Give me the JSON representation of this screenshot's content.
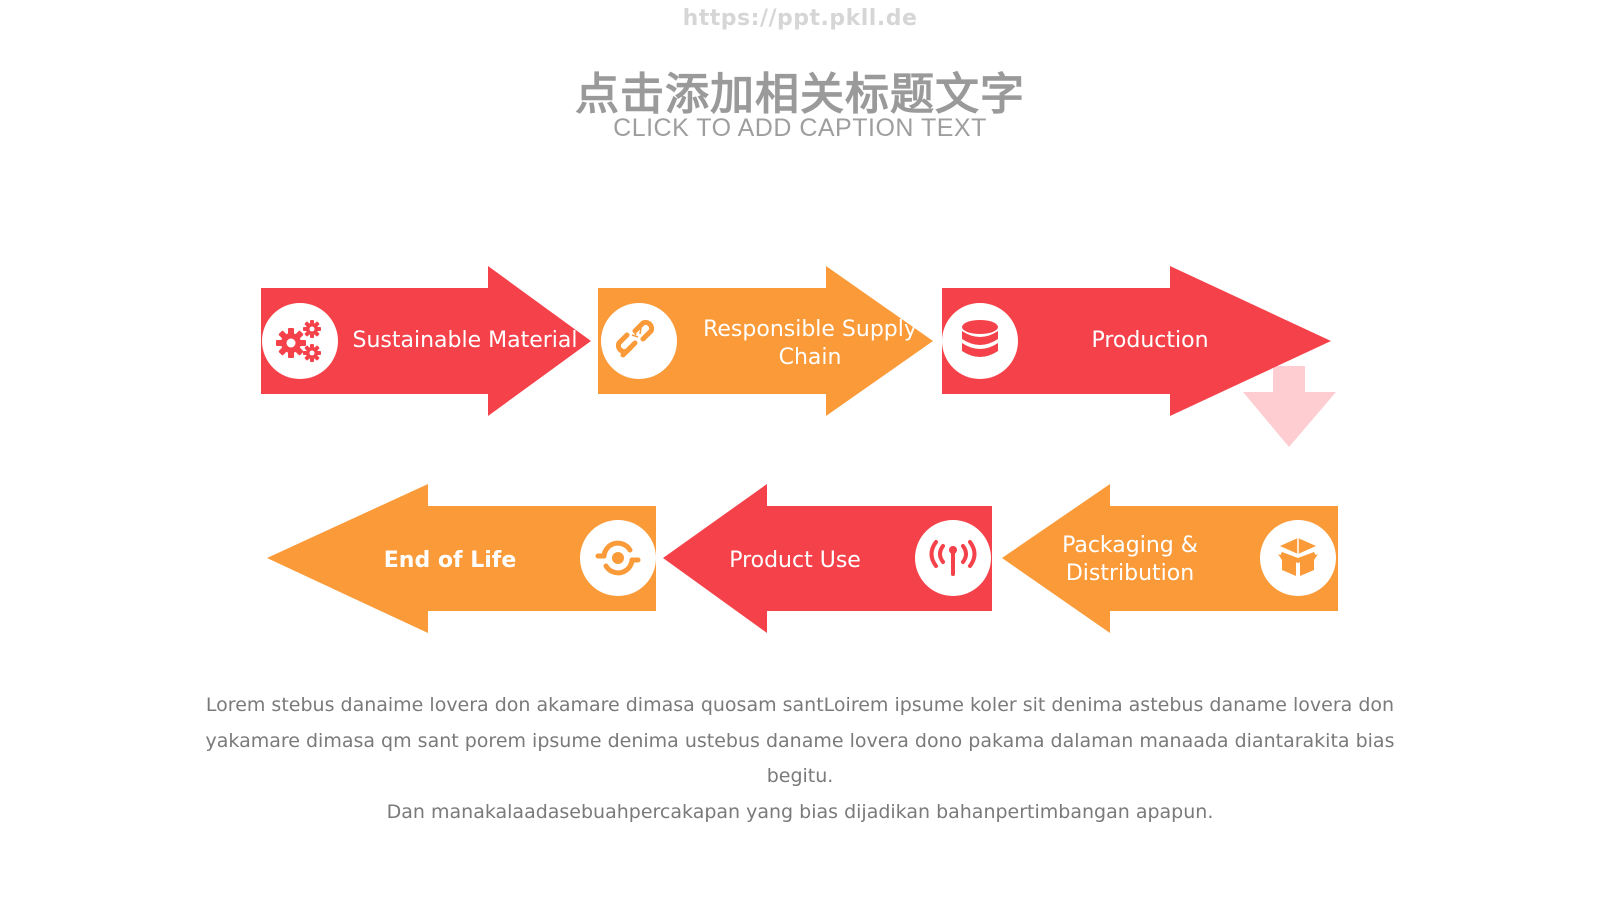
{
  "header": {
    "watermark": "https://ppt.pkll.de",
    "title": "点击添加相关标题文字",
    "subtitle": "CLICK TO ADD CAPTION TEXT"
  },
  "colors": {
    "red": "#f5424a",
    "orange": "#fa9a38",
    "connector_pink": "#fdcdd1",
    "title_gray": "#9a9a9a",
    "body_gray": "#7a7a7a"
  },
  "steps": [
    {
      "label": "Sustainable Material",
      "icon": "gears-icon",
      "color": "red",
      "direction": "right"
    },
    {
      "label": "Responsible Supply Chain",
      "icon": "broken-chain-icon",
      "color": "orange",
      "direction": "right"
    },
    {
      "label": "Production",
      "icon": "database-icon",
      "color": "red",
      "direction": "right"
    },
    {
      "label": "Packaging & Distribution",
      "icon": "open-box-icon",
      "color": "orange",
      "direction": "left"
    },
    {
      "label": "Product Use",
      "icon": "broadcast-icon",
      "color": "red",
      "direction": "left"
    },
    {
      "label": "End of Life",
      "icon": "recycle-cycle-icon",
      "color": "orange",
      "direction": "left"
    }
  ],
  "connector": {
    "icon": "down-arrow-icon"
  },
  "body": {
    "paragraph1": "Lorem stebus danaime lovera don akamare dimasa quosam santLoirem ipsume koler sit denima astebus daname lovera don yakamare dimasa qm sant porem ipsume denima ustebus daname lovera dono pakama dalaman manaada diantarakita bias begitu.",
    "paragraph2": "Dan manakalaadasebuahpercakapan yang bias dijadikan bahanpertimbangan apapun."
  }
}
